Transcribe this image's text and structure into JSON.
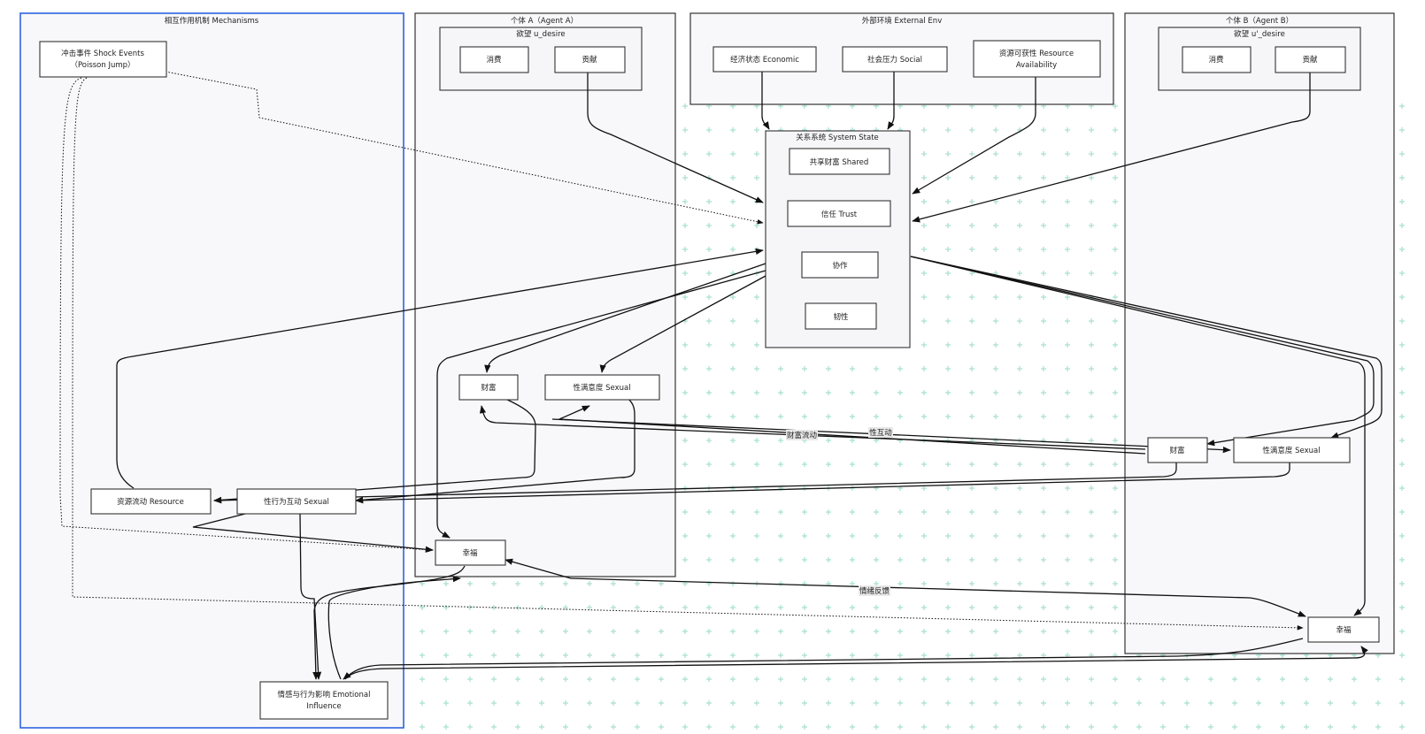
{
  "clusters": {
    "mechanisms": "相互作用机制 Mechanisms",
    "agent_a": "个体 A（Agent A）",
    "desire_a": "欲望 u_desire",
    "external": "外部环境 External Env",
    "agent_b": "个体 B（Agent B）",
    "desire_b": "欲望 u'_desire",
    "system": "关系系统 System State"
  },
  "nodes": {
    "shock_line1": "冲击事件 Shock Events",
    "shock_line2": "（Poisson Jump）",
    "a_consume": "消费",
    "a_contribute": "贡献",
    "economic": "经济状态 Economic",
    "social": "社会压力 Social",
    "resource_avail_line1": "资源可获性 Resource",
    "resource_avail_line2": "Availability",
    "b_consume": "消费",
    "b_contribute": "贡献",
    "shared_wealth": "共享财富 Shared",
    "trust": "信任 Trust",
    "cooperation": "协作",
    "resilience": "韧性",
    "a_wealth": "财富",
    "a_sexual": "性满意度 Sexual",
    "a_happiness": "幸福",
    "resource_flow": "资源流动 Resource",
    "sexual_interaction": "性行为互动 Sexual",
    "emotional_line1": "情感与行为影响 Emotional",
    "emotional_line2": "Influence",
    "b_wealth": "财富",
    "b_sexual": "性满意度 Sexual",
    "b_happiness": "幸福"
  },
  "edge_labels": {
    "wealth_flow": "财富流动",
    "sex_interaction": "性互动",
    "emotion_feedback": "情绪反馈"
  },
  "colors": {
    "selected_border": "#2f63e0",
    "grid": "#a8e0cf",
    "edge": "#111111"
  }
}
